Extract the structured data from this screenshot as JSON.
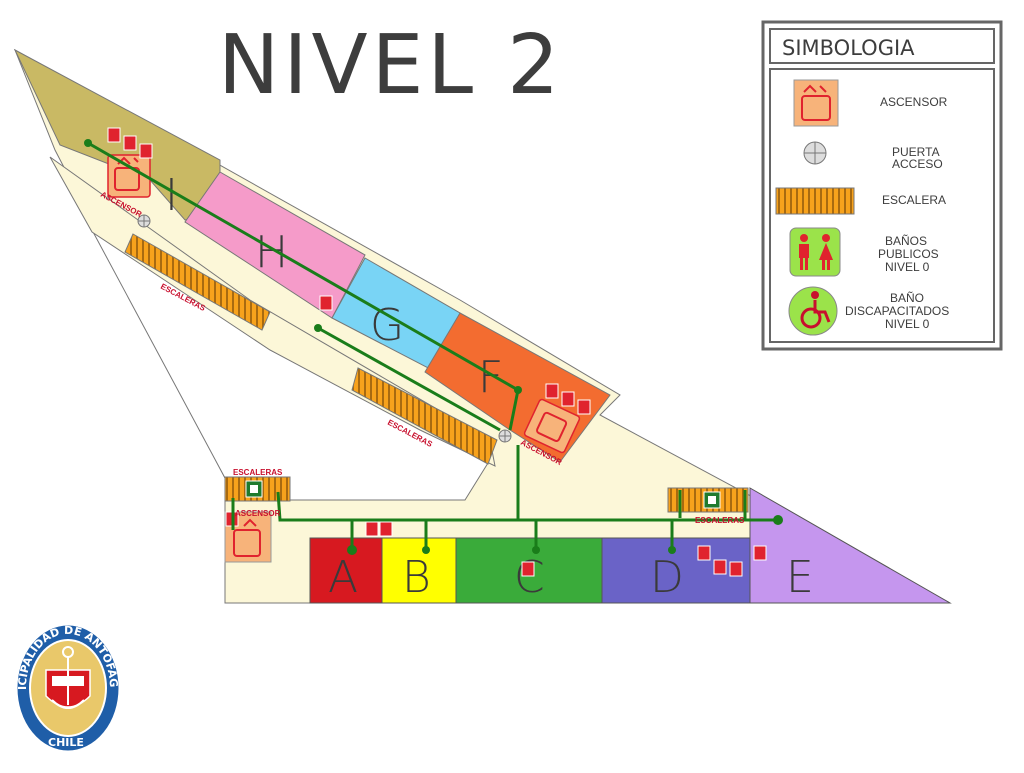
{
  "title": "NIVEL 2",
  "sectors": {
    "A": "A",
    "B": "B",
    "C": "C",
    "D": "D",
    "E": "E",
    "F": "F",
    "G": "G",
    "H": "H",
    "I": "I"
  },
  "labels": {
    "ascensor": "ASCENSOR",
    "escaleras": "ESCALERAS"
  },
  "legend": {
    "title": "SIMBOLOGIA",
    "items": [
      {
        "icon": "elevator-icon",
        "lines": [
          "ASCENSOR"
        ]
      },
      {
        "icon": "access-door-icon",
        "lines": [
          "PUERTA",
          "ACCESO"
        ]
      },
      {
        "icon": "stairs-icon",
        "lines": [
          "ESCALERA"
        ]
      },
      {
        "icon": "public-restroom-icon",
        "lines": [
          "BAÑOS",
          "PUBLICOS",
          "NIVEL 0"
        ]
      },
      {
        "icon": "accessible-restroom-icon",
        "lines": [
          "BAÑO",
          "DISCAPACITADOS",
          "NIVEL 0"
        ]
      }
    ]
  },
  "logo": {
    "ring_text": "MUNICIPALIDAD DE ANTOFAGASTA",
    "country": "CHILE"
  },
  "colors": {
    "floor": "#fcf7d8",
    "sector_A": "#d71920",
    "sector_B": "#ffff00",
    "sector_C": "#3aab3a",
    "sector_D": "#6a63c7",
    "sector_E": "#c596ee",
    "sector_F": "#f36c30",
    "sector_G": "#79d4f5",
    "sector_H": "#f59bc9",
    "sector_I": "#c9b964",
    "route": "#1a7d1a",
    "stairs": "#f7a21c",
    "fire_equipment": "#e0232e"
  }
}
